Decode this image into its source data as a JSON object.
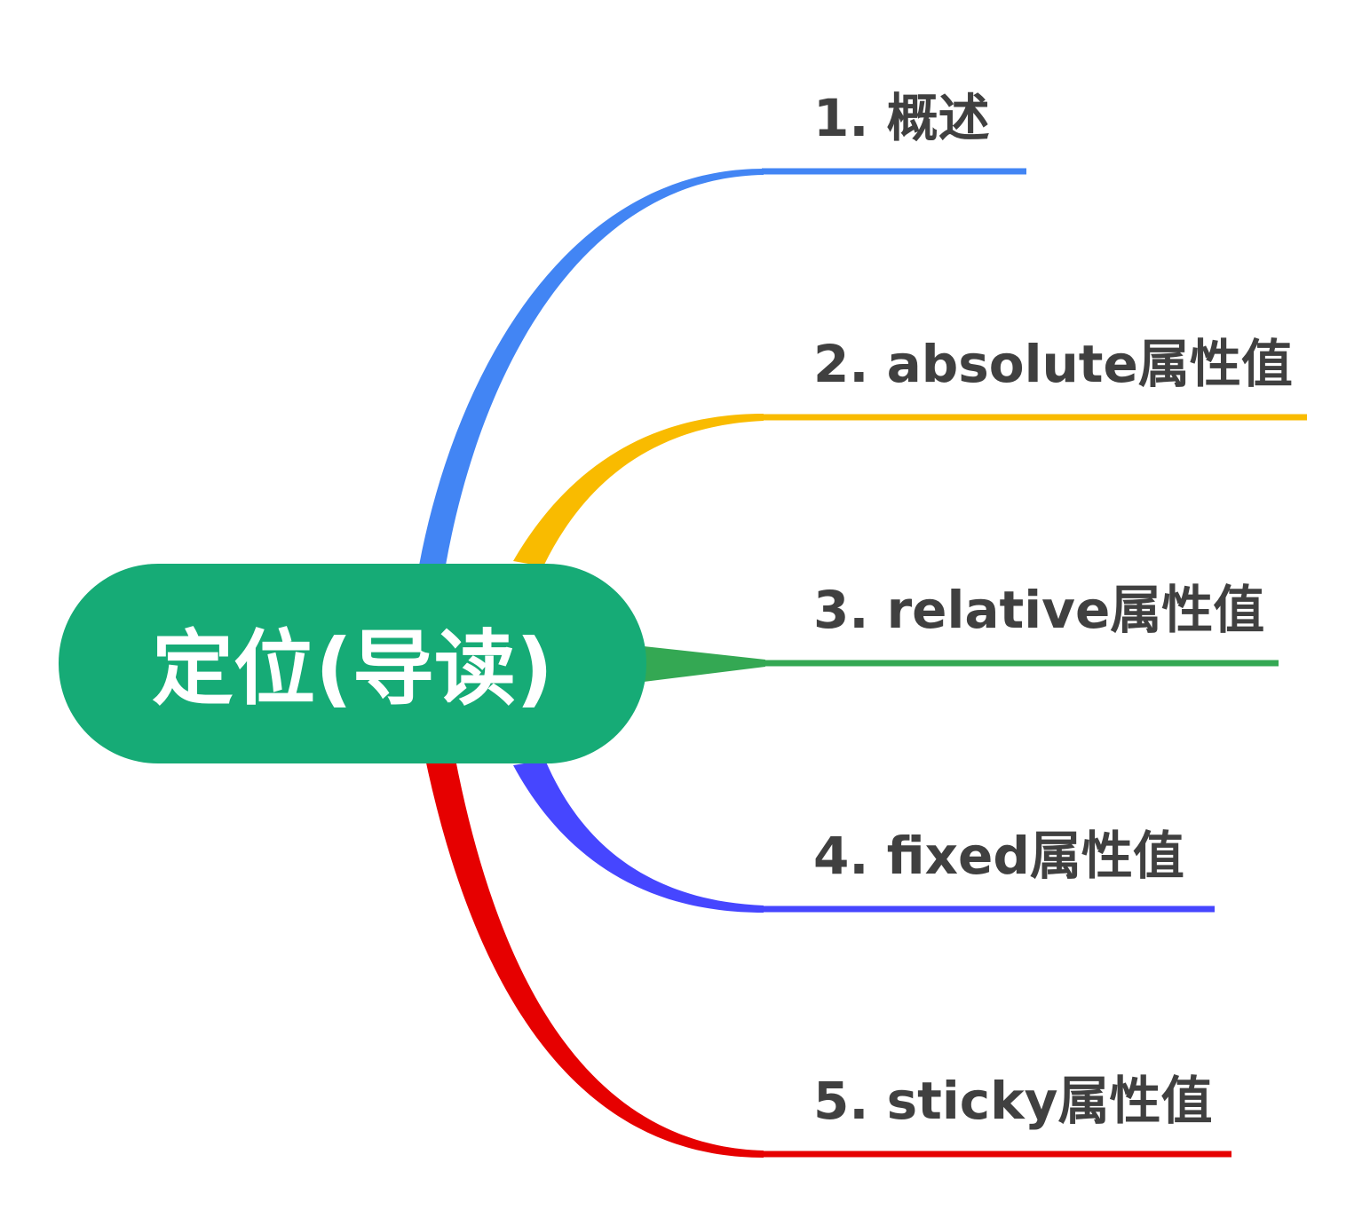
{
  "root": {
    "label": "定位(导读)",
    "color": "#16ab76"
  },
  "branches": [
    {
      "label": "1. 概述",
      "color": "#4285f4"
    },
    {
      "label": "2. absolute属性值",
      "color": "#f9bb00"
    },
    {
      "label": "3. relative属性值",
      "color": "#34a853"
    },
    {
      "label": "4. fixed属性值",
      "color": "#4646ff"
    },
    {
      "label": "5. sticky属性值",
      "color": "#e60000"
    }
  ],
  "colors": {
    "label_text": "#404040",
    "root_text": "#ffffff",
    "background": "#ffffff"
  }
}
